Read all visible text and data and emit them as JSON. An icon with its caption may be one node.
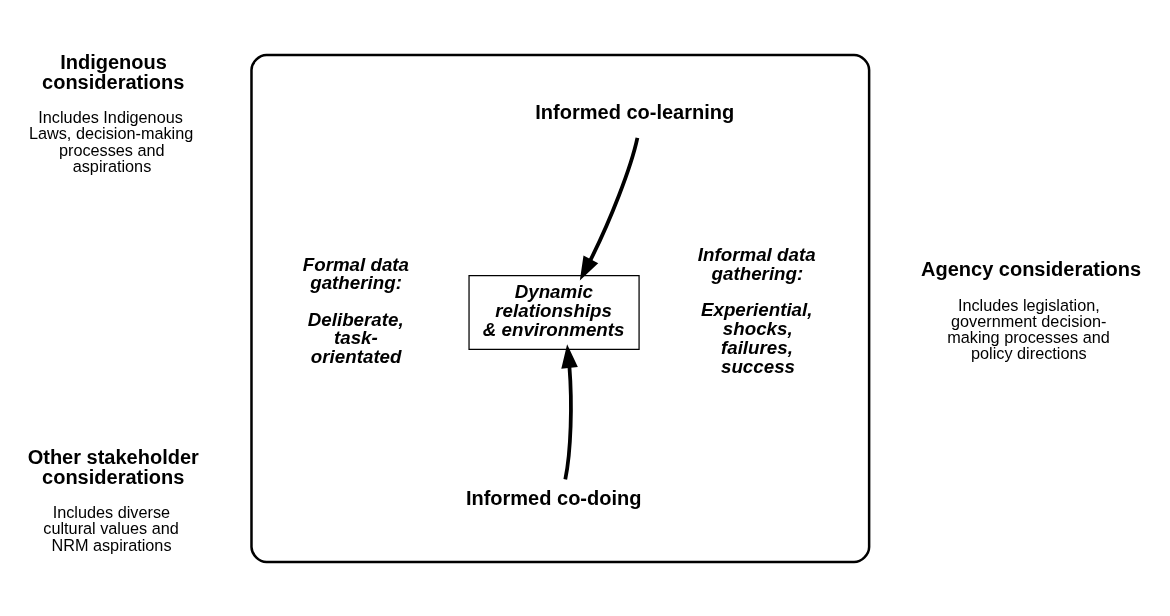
{
  "diagram": {
    "nodes": [
      {
        "text": [
          "Indigenous considerations",
          "Includes Indigenous Laws, decision-making processes and aspirations"
        ]
      },
      {
        "text": [
          "Other stakeholder considerations",
          "Includes diverse cultural values and NRM aspirations"
        ]
      },
      {
        "text": [
          "Agency considerations",
          "Includes legislation, government decision-making processes and policy directions"
        ]
      },
      {
        "text": [],
        "shape": "box"
      },
      {
        "text": [
          "Informed co-learning"
        ],
        "in": 3
      },
      {
        "text": [
          "Formal data gathering:",
          "Deliberate, task-orientated"
        ],
        "in": 3
      },
      {
        "text": [
          "Dynamic relationships & environments"
        ],
        "in": 3
      },
      {
        "text": [
          "Informal data gathering:",
          "Experiential, shocks, failures, success"
        ],
        "in": 3
      },
      {
        "text": [
          "Informed co-doing"
        ],
        "in": 3
      }
    ],
    "edges": [
      {
        "from": 4,
        "to": 6,
        "arrow": "to"
      },
      {
        "from": 8,
        "to": 6,
        "arrow": "to"
      }
    ]
  }
}
